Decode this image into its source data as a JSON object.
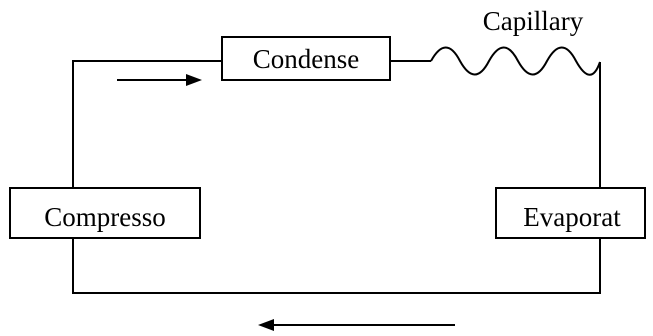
{
  "components": {
    "condenser": "Condense",
    "capillary": "Capillary",
    "compressor": "Compresso",
    "evaporator": "Evaporat"
  },
  "colors": {
    "line": "#000000",
    "background": "#ffffff"
  }
}
